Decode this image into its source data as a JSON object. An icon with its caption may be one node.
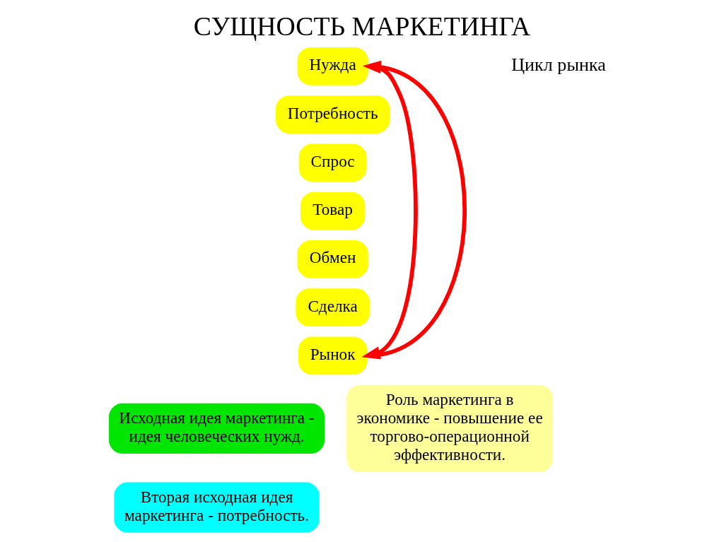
{
  "diagram": {
    "title": "СУЩНОСТЬ МАРКЕТИНГА",
    "nodes": [
      {
        "text": [
          "Нужда"
        ]
      },
      {
        "text": [
          "Потребность"
        ]
      },
      {
        "text": [
          "Спрос"
        ]
      },
      {
        "text": [
          "Товар"
        ]
      },
      {
        "text": [
          "Обмен"
        ]
      },
      {
        "text": [
          "Сделка"
        ]
      },
      {
        "text": [
          "Рынок"
        ]
      },
      {
        "text": [
          "Исходная идея маркетинга - идея человеческих нужд."
        ]
      },
      {
        "text": [
          "Вторая исходная идея маркетинга - потребность."
        ]
      },
      {
        "text": [
          "Роль маркетинга в экономике - повышение ее торгово-операционной эффективности."
        ]
      }
    ],
    "edges": [
      {
        "from": 0,
        "to": 6,
        "arrow": "to",
        "color": "#ff0000"
      },
      {
        "from": 6,
        "to": 0,
        "arrow": "to",
        "color": "#ff0000"
      }
    ],
    "labels": [
      "Цикл рынка"
    ]
  }
}
